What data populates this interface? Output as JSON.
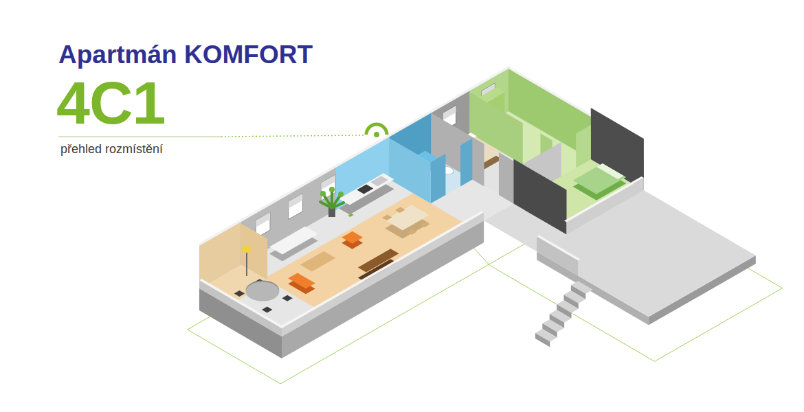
{
  "diagram": {
    "title": "Apartmán KOMFORT",
    "labels": [
      "4C1",
      "přehled rozmístění"
    ]
  }
}
